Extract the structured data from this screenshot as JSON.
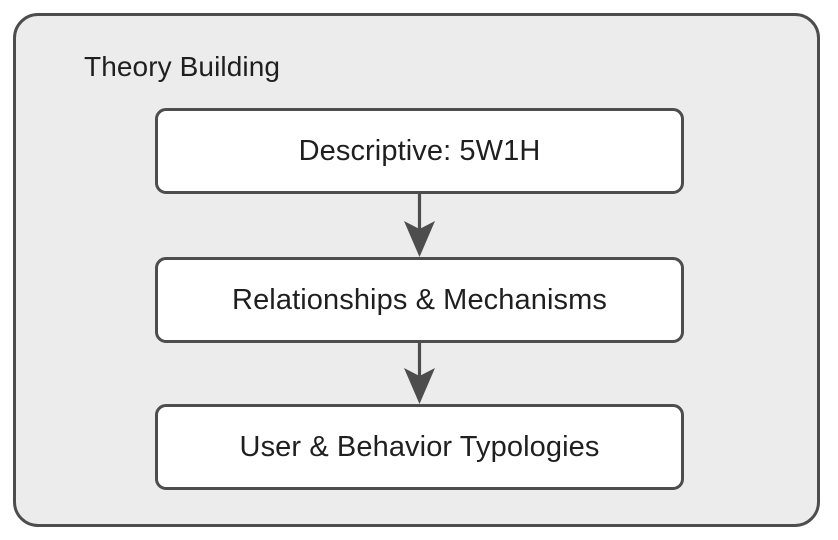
{
  "diagram": {
    "type": "flowchart",
    "direction": "top-to-bottom",
    "container": {
      "title": "Theory Building",
      "fill_color": "#ececec",
      "stroke_color": "#4d4d4d"
    },
    "node_style": {
      "fill_color": "#ffffff",
      "stroke_color": "#4d4d4d",
      "text_color": "#1f1f1f"
    },
    "nodes": [
      {
        "id": "descriptive",
        "label": "Descriptive: 5W1H"
      },
      {
        "id": "relationships",
        "label": "Relationships & Mechanisms"
      },
      {
        "id": "typologies",
        "label": "User & Behavior Typologies"
      }
    ],
    "edges": [
      {
        "from": "descriptive",
        "to": "relationships",
        "label": "",
        "arrowhead": "filled-dart"
      },
      {
        "from": "relationships",
        "to": "typologies",
        "label": "",
        "arrowhead": "filled-dart"
      }
    ],
    "edge_color": "#4d4d4d"
  }
}
